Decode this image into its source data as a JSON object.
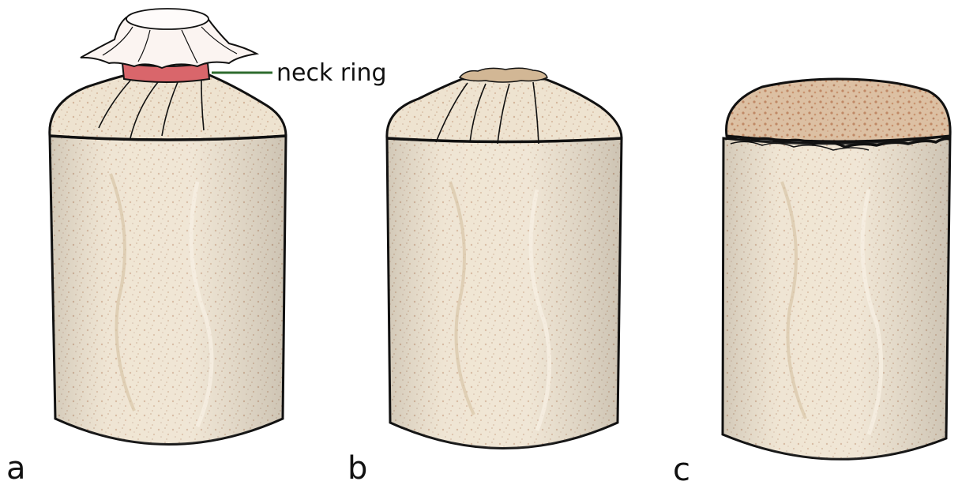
{
  "figure": {
    "panels": [
      {
        "letter": "a",
        "state": "bag with cotton plug and neck ring"
      },
      {
        "letter": "b",
        "state": "bag with neck gathered, plug removed"
      },
      {
        "letter": "c",
        "state": "bag top cut open, exposed substrate"
      }
    ],
    "callout": {
      "text": "neck ring"
    },
    "colors": {
      "outline": "#111111",
      "bag_fill": "#eee3d0",
      "bag_shade": "#d9c7aa",
      "speckle": "#c9a386",
      "neck_ring": "#d9666b",
      "cotton": "#fbf4f1",
      "callout_line": "#2e6b2e",
      "open_top": "#c79a77"
    }
  }
}
